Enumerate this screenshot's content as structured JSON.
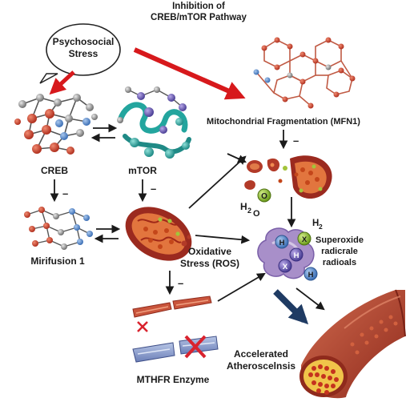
{
  "bubble": {
    "line1": "Psychosocial",
    "line2": "Stress"
  },
  "inhibition": {
    "line1": "Inhibition of",
    "line2": "CREB/mTOR Pathway"
  },
  "labels": {
    "creb": "CREB",
    "mtor": "mTOR",
    "mirifusion": "Mirifusion 1",
    "mito_frag": "Mitochondrial Fragmentation (MFN1)",
    "oxidative_line1": "Oxidative",
    "oxidative_line2": "Stress (ROS)",
    "superoxide_line1": "Superoxide",
    "superoxide_line2": "radicrale",
    "superoxide_line3": "radioals",
    "mthfr": "MTHFR Enzyme",
    "accel_line1": "Accelerated",
    "accel_line2": "Atheroscelnsis"
  },
  "inhibit_marks": {
    "frag": "–",
    "creb": "–",
    "mtor": "–",
    "ros": "–"
  },
  "chem": {
    "h2o": "H",
    "h2o_sub": "2",
    "h2o_o": "O",
    "o_ball": "O",
    "h2": "H",
    "h2_sub": "2",
    "h": "H",
    "x": "X"
  },
  "colors": {
    "red_arrow": "#d7191c",
    "navy_arrow": "#1f3b63",
    "mito_outer": "#9b2a1f",
    "vessel": "#b5402c",
    "ros_cluster": "#a88fc9",
    "x_mark": "#d9232e"
  }
}
